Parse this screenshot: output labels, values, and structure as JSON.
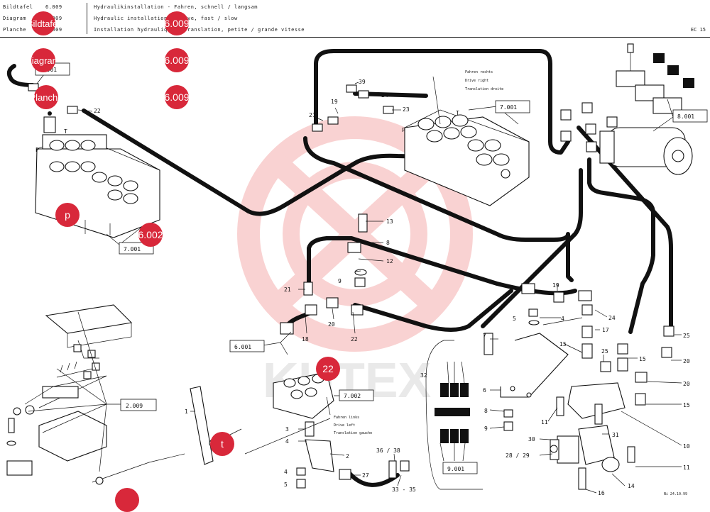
{
  "header": {
    "labels": [
      "Bildtafel",
      "Diagram",
      "Planche"
    ],
    "numbers": [
      "6.009",
      "6.009",
      "6.009"
    ],
    "titles": [
      "Hydraulikinstallation - Fahren, schnell / langsam",
      "Hydraulic installation - Drive, fast / slow",
      "Installation hydraulique - Translation, petite / grande vitesse"
    ],
    "code": "EC 15"
  },
  "badges": {
    "b1": "Bildtafel",
    "b2": "6.009",
    "b3": "diagram",
    "b4": "6.009",
    "b5": "Planche",
    "b6": "6.009",
    "b7": "p",
    "b8": "6.002",
    "b9": "22",
    "b10": "t"
  },
  "diagram": {
    "refs": {
      "r_7001_a": "7.001",
      "r_7001_b": "7.001",
      "r_7001_c": "7.001",
      "r_8001": "8.001",
      "r_6001": "6.001",
      "r_7002": "7.002",
      "r_2009": "2.009",
      "r_9001": "9.001"
    },
    "notes": {
      "right": [
        "Fahren rechts",
        "Drive right",
        "Translation droite"
      ],
      "left": [
        "Fahren links",
        "Drive left",
        "Translation gauche"
      ]
    },
    "callouts": [
      "22",
      "39",
      "24",
      "23",
      "21",
      "19",
      "13",
      "8",
      "12",
      "9",
      "21",
      "20",
      "18",
      "22",
      "19",
      "24",
      "5",
      "4",
      "17",
      "7",
      "15",
      "25",
      "15",
      "25",
      "20",
      "20",
      "15",
      "6",
      "32",
      "8",
      "9",
      "11",
      "31",
      "30",
      "28 / 29",
      "10",
      "11",
      "14",
      "16",
      "1",
      "2",
      "3",
      "4",
      "4",
      "5",
      "27",
      "36 / 38",
      "33 - 35",
      "T",
      "P",
      "T",
      "P"
    ]
  },
  "footer": {
    "date": "Ni 24.10.99"
  }
}
